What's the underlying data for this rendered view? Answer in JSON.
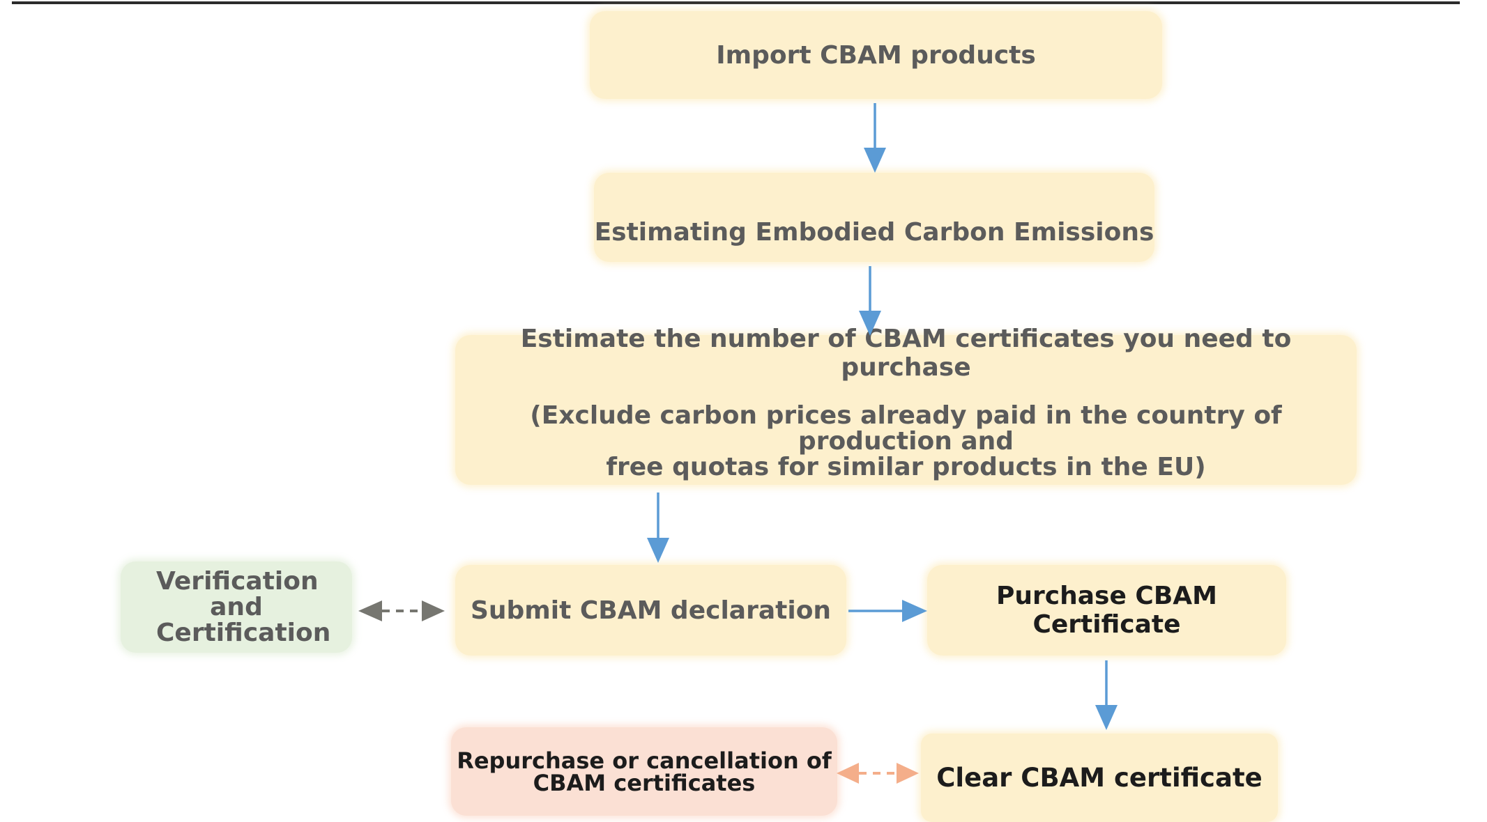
{
  "colors": {
    "box_yellow": "#fdf0cd",
    "box_green": "#e6f1df",
    "box_pink": "#fbe0d4",
    "arrow_blue": "#5b9bd5",
    "arrow_grey": "#767670",
    "arrow_orange": "#f4ae8a",
    "text_grey": "#5b5b5b",
    "text_dark": "#1c1c1c"
  },
  "nodes": {
    "import": "Import CBAM products",
    "estimating": "Estimating Embodied Carbon Emissions",
    "certificates_main": "Estimate the number of CBAM certificates you need to purchase",
    "certificates_note_line1": "(Exclude carbon prices already paid in the country of production and",
    "certificates_note_line2": "free quotas for similar products in the EU)",
    "verification": "Verification and Certification",
    "submit": "Submit CBAM declaration",
    "purchase": "Purchase CBAM Certificate",
    "repurchase_line1": "Repurchase or cancellation of",
    "repurchase_line2": "CBAM certificates",
    "clear": "Clear CBAM certificate"
  },
  "edges": [
    {
      "from": "import",
      "to": "estimating",
      "style": "solid",
      "color": "arrow_blue"
    },
    {
      "from": "estimating",
      "to": "certificates",
      "style": "solid",
      "color": "arrow_blue"
    },
    {
      "from": "certificates",
      "to": "submit",
      "style": "solid",
      "color": "arrow_blue"
    },
    {
      "from": "submit",
      "to": "purchase",
      "style": "solid",
      "color": "arrow_blue"
    },
    {
      "from": "purchase",
      "to": "clear",
      "style": "solid",
      "color": "arrow_blue"
    },
    {
      "from": "verification",
      "to": "submit",
      "style": "dashed-bidirectional",
      "color": "arrow_grey"
    },
    {
      "from": "repurchase",
      "to": "clear",
      "style": "dashed-bidirectional",
      "color": "arrow_orange"
    }
  ]
}
